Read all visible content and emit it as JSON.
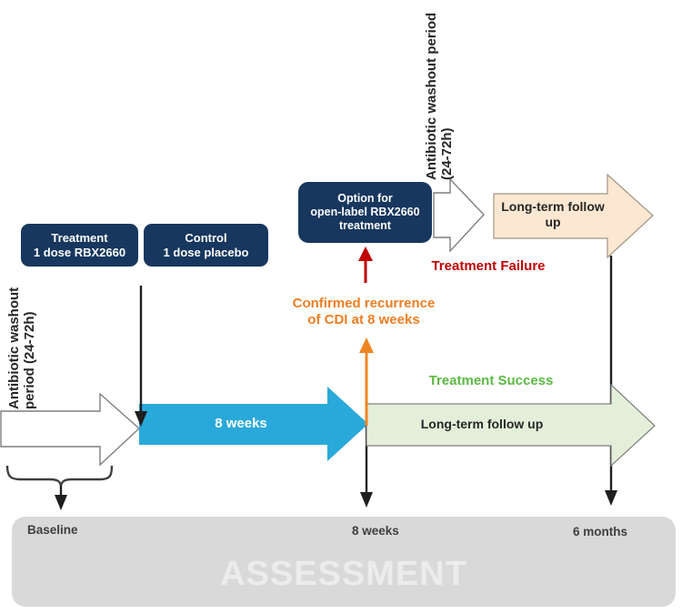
{
  "colors": {
    "navy_box": "#17375e",
    "cyan_arrow": "#29a9da",
    "peach_arrow_fill": "#fce8d2",
    "green_arrow_fill": "#e4efda",
    "failure_red": "#c00000",
    "recurrence_orange": "#ef7d22",
    "success_green": "#5cb844",
    "assessment_gray": "#d9d9d9"
  },
  "washout_top": {
    "line1": "Antibiotic washout period",
    "line2": "(24-72h)"
  },
  "washout_left": {
    "line1": "Antibiotic washout",
    "line2": "period (24-72h)"
  },
  "treatment_box": {
    "line1": "Treatment",
    "line2": "1 dose RBX2660"
  },
  "control_box": {
    "line1": "Control",
    "line2": "1 dose placebo"
  },
  "option_box": {
    "line1": "Option for",
    "line2": "open-label RBX2660",
    "line3": "treatment"
  },
  "eight_weeks_arrow": {
    "label": "8 weeks"
  },
  "followup_failure_arrow": {
    "line1": "Long-term follow",
    "line2": "up"
  },
  "followup_success_arrow": {
    "label": "Long-term follow up"
  },
  "outcome_failure": {
    "label": "Treatment Failure"
  },
  "outcome_success": {
    "label": "Treatment Success"
  },
  "recurrence_note": {
    "line1": "Confirmed recurrence",
    "line2": "of CDI at 8 weeks"
  },
  "assessment_bar": {
    "title": "ASSESSMENT",
    "timepoints": [
      {
        "label": "Baseline"
      },
      {
        "label": "8 weeks"
      },
      {
        "label": "6 months"
      }
    ]
  }
}
